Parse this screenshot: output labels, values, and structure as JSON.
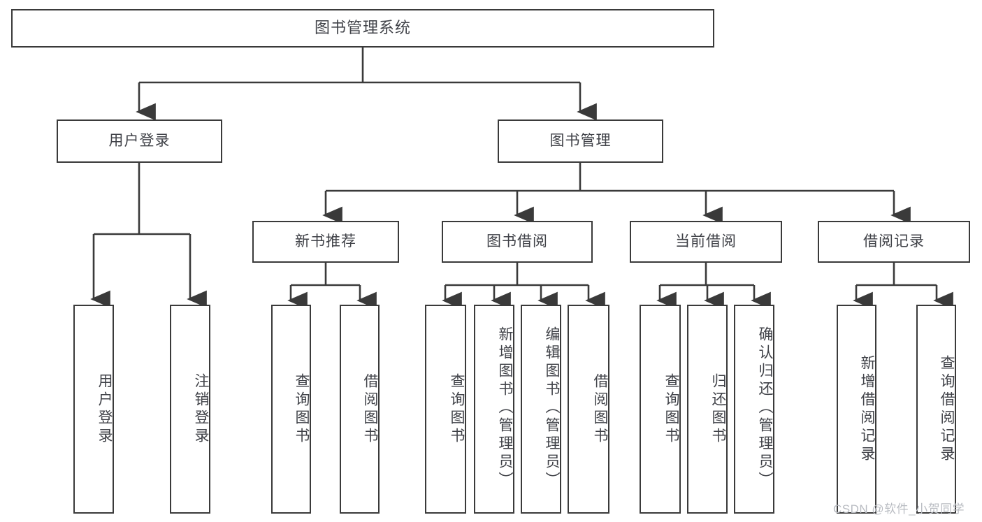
{
  "diagram": {
    "title": "图书管理系统",
    "type": "tree-hierarchy-chart",
    "orientation": "top-down",
    "colors": {
      "box_border": "#3a3a3a",
      "box_fill": "#ffffff",
      "text": "#404248",
      "edge": "#3a3a3a",
      "watermark": "#b9bcc2",
      "background": "#ffffff"
    },
    "root": {
      "label": "图书管理系统"
    },
    "level2": [
      {
        "label": "用户登录"
      },
      {
        "label": "图书管理"
      }
    ],
    "level3": [
      {
        "label": "新书推荐"
      },
      {
        "label": "图书借阅"
      },
      {
        "label": "当前借阅"
      },
      {
        "label": "借阅记录"
      }
    ],
    "leaves": {
      "user_login": [
        {
          "label": "用户登录"
        },
        {
          "label": "注销登录"
        }
      ],
      "new_book_recommend": [
        {
          "label": "查询图书"
        },
        {
          "label": "借阅图书"
        }
      ],
      "book_borrow": [
        {
          "label": "查询图书"
        },
        {
          "label": "新增图书（管理员）"
        },
        {
          "label": "编辑图书（管理员）"
        },
        {
          "label": "借阅图书"
        }
      ],
      "current_borrow": [
        {
          "label": "查询图书"
        },
        {
          "label": "归还图书"
        },
        {
          "label": "确认归还（管理员）"
        }
      ],
      "borrow_record": [
        {
          "label": "新增借阅记录"
        },
        {
          "label": "查询借阅记录"
        }
      ]
    }
  },
  "watermark": {
    "text": "CSDN @软件_小贺同学"
  }
}
